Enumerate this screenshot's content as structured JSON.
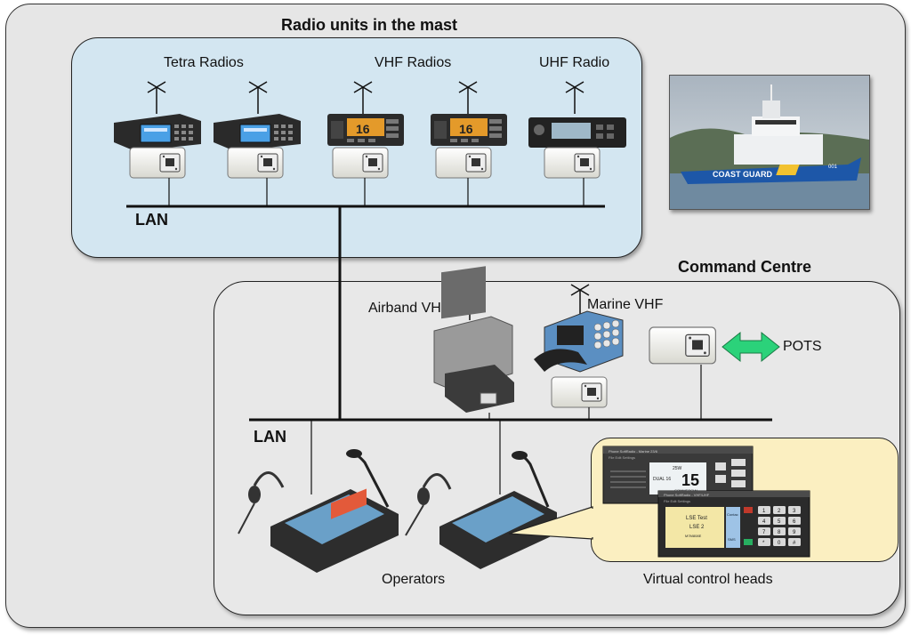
{
  "mast": {
    "title": "Radio units in the mast",
    "lan_label": "LAN"
  },
  "radio_groups": {
    "tetra": "Tetra Radios",
    "vhf": "VHF Radios",
    "uhf": "UHF Radio"
  },
  "command_centre": {
    "title": "Command Centre",
    "lan_label": "LAN",
    "airband": "Airband VHF",
    "marine": "Marine VHF",
    "pots": "POTS",
    "operators": "Operators",
    "virtual_heads": "Virtual control heads"
  },
  "ship_photo": {
    "hull_text": "COAST GUARD",
    "number": "001"
  },
  "radio_displays": {
    "vhf_channel": "16"
  },
  "virtual_ui": {
    "win1_title": "Phone SoftRadio - Marine 23/6",
    "win1_menu": "File  Edit  Settings",
    "channel": "15",
    "power": "25W",
    "dual": "DUAL 16",
    "mode": "COMMERCIAL",
    "win2_title": "Phone SoftRadio - VHF/UHF",
    "win2_menu": "File  Edit  Settings",
    "lse_line1": "LSE Test",
    "lse_line2": "LSE 2",
    "lse_line3": "M7M808E",
    "side_btn1": "Contac",
    "side_btn2": "SMS",
    "keys": [
      "1",
      "2",
      "3",
      "4",
      "5",
      "6",
      "7",
      "8",
      "9",
      "*",
      "0",
      "#"
    ]
  },
  "colors": {
    "mast_bg": "#d3e6f1",
    "callout_bg": "#fbefc1",
    "arrow": "#2bd27a",
    "outer_bg": "#e6e6e6"
  }
}
